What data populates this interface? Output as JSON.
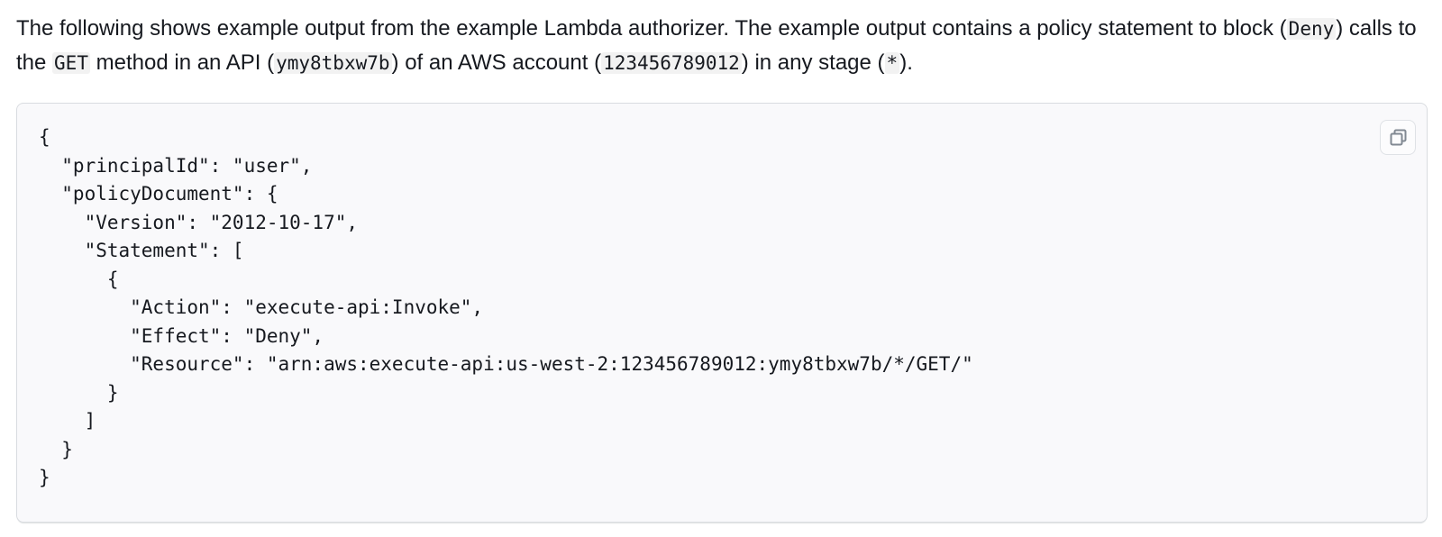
{
  "paragraph": {
    "segments": [
      {
        "style": "plain",
        "text": "The following shows example output from the example Lambda authorizer. The example output contains a policy statement to block ("
      },
      {
        "style": "code",
        "text": "Deny"
      },
      {
        "style": "plain",
        "text": ") calls to the "
      },
      {
        "style": "code",
        "text": "GET"
      },
      {
        "style": "plain",
        "text": " method in an API ("
      },
      {
        "style": "code",
        "text": "ymy8tbxw7b"
      },
      {
        "style": "plain",
        "text": ") of an AWS account ("
      },
      {
        "style": "code",
        "text": "123456789012"
      },
      {
        "style": "plain",
        "text": ") in any stage ("
      },
      {
        "style": "code",
        "text": "*"
      },
      {
        "style": "plain",
        "text": ")."
      }
    ]
  },
  "code_block": {
    "language": "json",
    "code": "{\n  \"principalId\": \"user\",\n  \"policyDocument\": {\n    \"Version\": \"2012-10-17\",\n    \"Statement\": [\n      {\n        \"Action\": \"execute-api:Invoke\",\n        \"Effect\": \"Deny\",\n        \"Resource\": \"arn:aws:execute-api:us-west-2:123456789012:ymy8tbxw7b/*/GET/\"\n      }\n    ]\n  }\n}",
    "copy_button": {
      "icon": "copy-icon"
    }
  },
  "colors": {
    "text": "#16191f",
    "code_block_background": "#f9f9fb",
    "code_block_border": "#d9dce0",
    "inline_code_background": "#f2f2f2",
    "copy_icon": "#818992"
  }
}
